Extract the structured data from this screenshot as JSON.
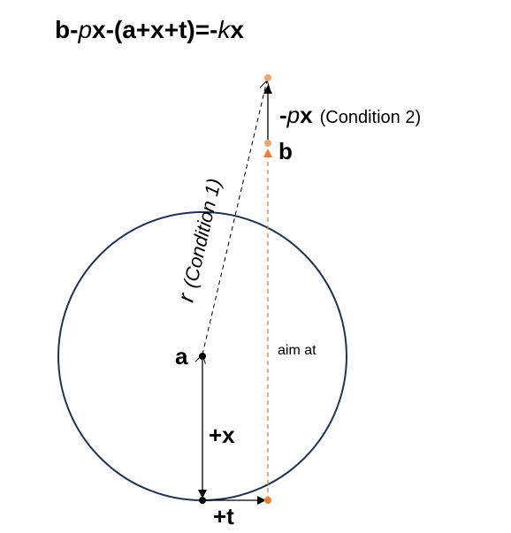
{
  "equation": {
    "part1": "b-",
    "p": "p",
    "part2": "x-(a+x+t)=-",
    "k": "k",
    "part3": "x"
  },
  "labels": {
    "a": "a",
    "b": "b",
    "plus_x": "+x",
    "plus_t": "+t",
    "aim_at": "aim at",
    "r": "r",
    "condition1": "(Condition 1)",
    "minus": "-",
    "p": "p",
    "x": "x",
    "condition2": "(Condition 2)"
  },
  "colors": {
    "circle": "#1f3354",
    "orange": "#ee7d31",
    "orange_light": "#f0a46e",
    "dark": "#000000"
  }
}
